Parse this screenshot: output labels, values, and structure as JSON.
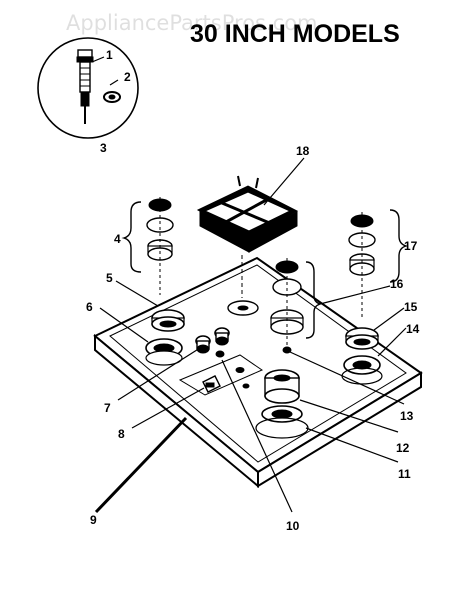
{
  "watermark": "AppliancePartsPros.com",
  "title": "30 INCH MODELS",
  "callouts": {
    "c1": "1",
    "c2": "2",
    "c3": "3",
    "c4": "4",
    "c5": "5",
    "c6": "6",
    "c7": "7",
    "c8": "8",
    "c9": "9",
    "c10": "10",
    "c11": "11",
    "c12": "12",
    "c13": "13",
    "c14": "14",
    "c15": "15",
    "c16": "16",
    "c17": "17",
    "c18": "18"
  }
}
